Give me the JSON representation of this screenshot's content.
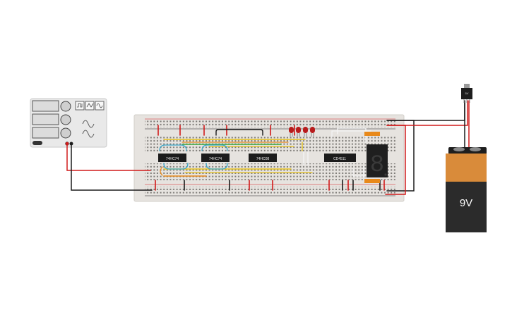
{
  "components": {
    "function_generator": {
      "name": "function-generator"
    },
    "breadboard": {
      "name": "breadboard"
    },
    "chips": [
      {
        "label": "74HC74"
      },
      {
        "label": "74HC74"
      },
      {
        "label": "74HC08"
      },
      {
        "label": "CD4511"
      }
    ],
    "seven_segment": {
      "digit": "8"
    },
    "regulator": {
      "label": "5V"
    },
    "battery": {
      "label": "9V"
    },
    "leds": {
      "count": 4,
      "color": "#b81c1c"
    }
  },
  "colors": {
    "wire_red": "#d11a1a",
    "wire_black": "#1b1b1b",
    "wire_yellow": "#e7c21b",
    "wire_orange": "#e8891a",
    "wire_green": "#3aa63a",
    "wire_cyan": "#3aa7c9",
    "wire_white": "#f4f4f4",
    "battery_top": "#d98b3a",
    "battery_body": "#2b2b2b",
    "chip_body": "#1c1c1c",
    "board": "#e6e3df"
  }
}
